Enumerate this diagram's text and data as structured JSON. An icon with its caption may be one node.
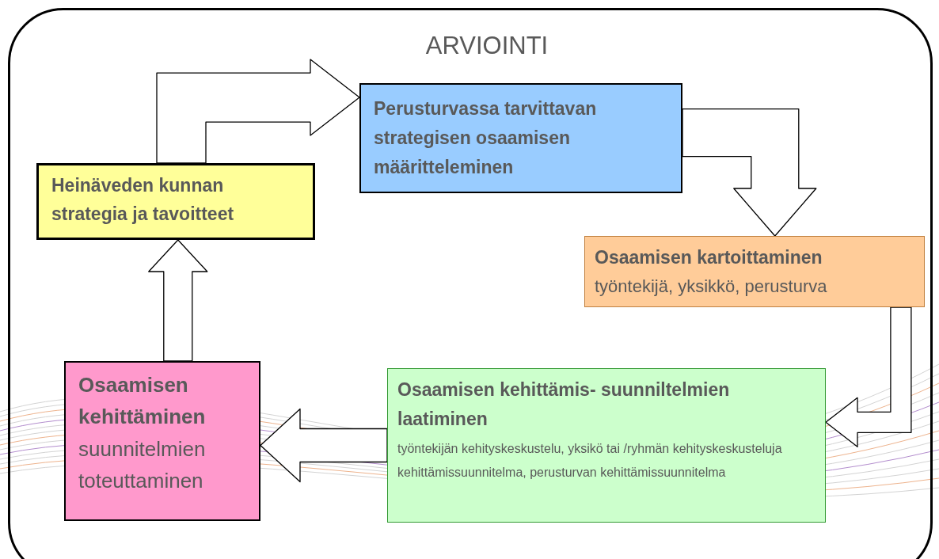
{
  "diagram": {
    "nodes": [
      {
        "text": [
          "ARVIOINTI"
        ]
      },
      {
        "text": [
          "Heinäveden kunnan strategia ja tavoitteet"
        ],
        "in": 0
      },
      {
        "text": [
          "Perusturvassa tarvittavan strategisen osaamisen määritteleminen"
        ],
        "in": 0
      },
      {
        "text": [
          "Osaamisen kartoittaminen",
          "työntekijä, yksikkö, perusturva"
        ],
        "in": 0
      },
      {
        "text": [
          "Osaamisen kehittämis- suunniltelmien laatiminen",
          "työntekijän kehityskeskustelu, yksikö tai /ryhmän kehityskeskusteluja kehittämissuunnitelma, perusturvan kehittämissuunnitelma"
        ],
        "in": 0
      },
      {
        "text": [
          "Osaamisen kehittäminen",
          "suunnitelmien toteuttaminen"
        ],
        "in": 0
      }
    ],
    "edges": [
      {
        "from": 1,
        "to": 2,
        "arrow": "to"
      },
      {
        "from": 2,
        "to": 3,
        "arrow": "to"
      },
      {
        "from": 3,
        "to": 4,
        "arrow": "to"
      },
      {
        "from": 4,
        "to": 5,
        "arrow": "to"
      },
      {
        "from": 5,
        "to": 1,
        "arrow": "to"
      }
    ]
  }
}
